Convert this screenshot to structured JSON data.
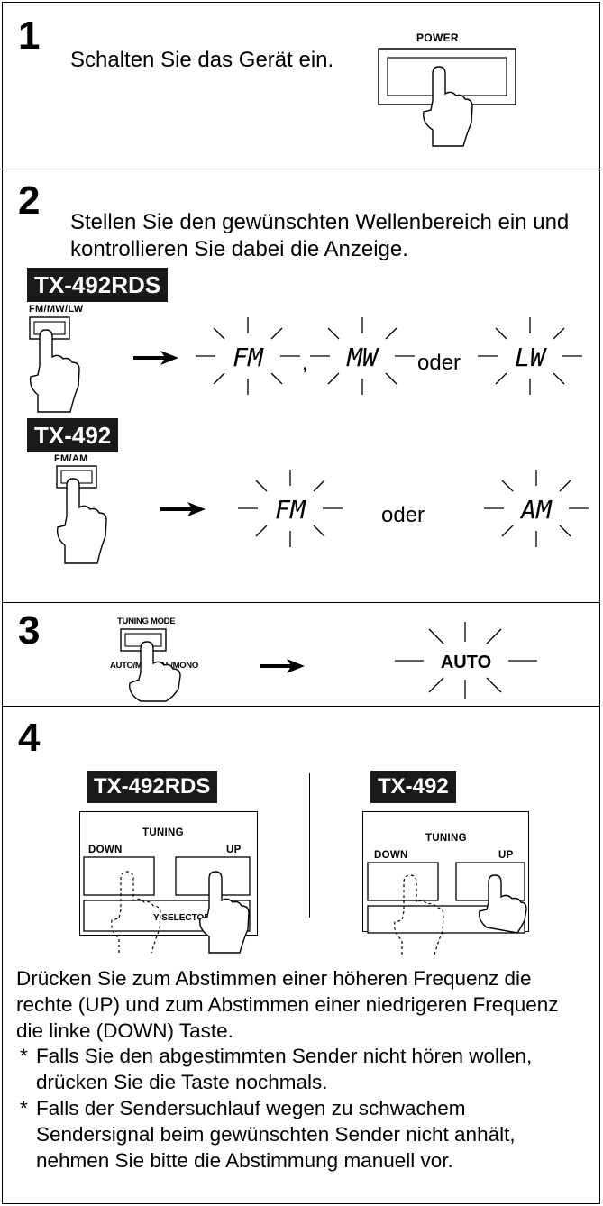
{
  "step1": {
    "number": "1",
    "text": "Schalten Sie das Gerät ein.",
    "power_label": "POWER"
  },
  "step2": {
    "number": "2",
    "text_line1": "Stellen Sie den gewünschten Wellenbereich ein und",
    "text_line2": "kontrollieren Sie dabei die Anzeige.",
    "model_a": "TX-492RDS",
    "model_a_button": "FM/MW/LW",
    "model_a_displays": [
      "FM",
      "MW",
      "LW"
    ],
    "comma": ",",
    "or_word": "oder",
    "model_b": "TX-492",
    "model_b_button": "FM/AM",
    "model_b_displays": [
      "FM",
      "AM"
    ]
  },
  "step3": {
    "number": "3",
    "button_label_top": "TUNING MODE",
    "button_label_bottom": "AUTO/MANUAL/MONO",
    "display": "AUTO"
  },
  "step4": {
    "number": "4",
    "model_a": "TX-492RDS",
    "model_b": "TX-492",
    "tuning": "TUNING",
    "down": "DOWN",
    "up": "UP",
    "selector": "PRESET/MEMORY SELECTOR",
    "para_line1": "Drücken Sie zum Abstimmen einer höheren Frequenz die",
    "para_line2": "rechte (UP) und zum Abstimmen einer niedrigeren Frequenz",
    "para_line3": "die linke (DOWN) Taste.",
    "note1_line1": "Falls Sie den abgestimmten Sender nicht hören wollen,",
    "note1_line2": "drücken Sie die Taste nochmals.",
    "note2_line1": "Falls der Sendersuchlauf wegen zu schwachem",
    "note2_line2": "Sendersignal beim gewünschten Sender nicht anhält,",
    "note2_line3": "nehmen Sie bitte die Abstimmung manuell vor.",
    "star": "*"
  }
}
